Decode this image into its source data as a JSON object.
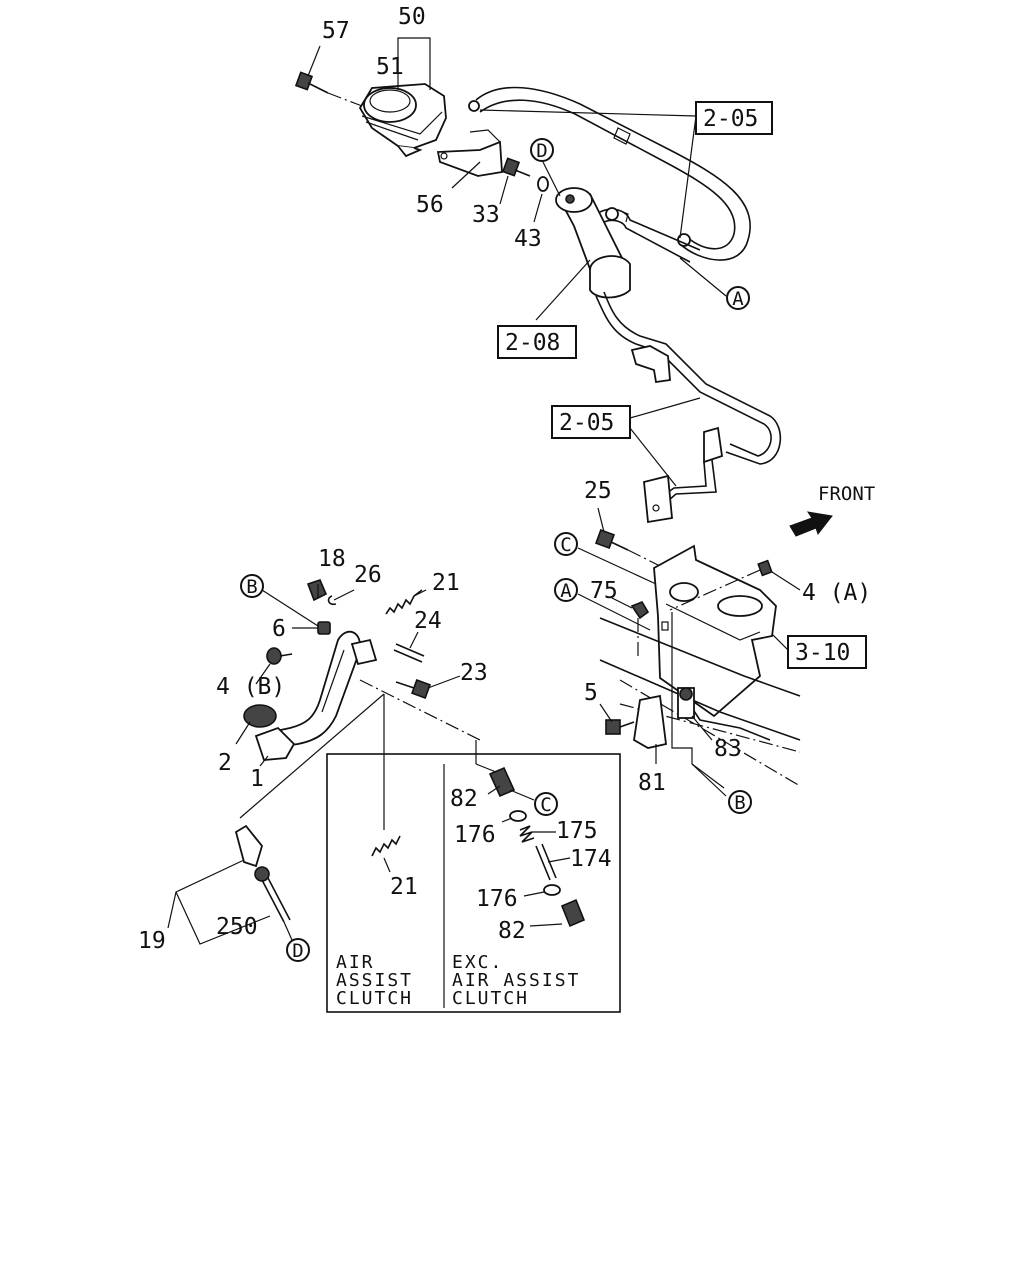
{
  "part_labels": {
    "p57": "57",
    "p50": "50",
    "p51": "51",
    "p56": "56",
    "p33": "33",
    "p43": "43",
    "p25": "25",
    "p75": "75",
    "p5": "5",
    "p83": "83",
    "p81": "81",
    "p4A": "4 (A)",
    "p18": "18",
    "p26": "26",
    "p21a": "21",
    "p24": "24",
    "p6": "6",
    "p23": "23",
    "p4B": "4 (B)",
    "p2": "2",
    "p1": "1",
    "p19": "19",
    "p250": "250",
    "p21b": "21",
    "p82a": "82",
    "p176a": "176",
    "p175": "175",
    "p174": "174",
    "p176b": "176",
    "p82b": "82"
  },
  "ref_boxes": {
    "r205a": "2-05",
    "r208": "2-08",
    "r205b": "2-05",
    "r310": "3-10"
  },
  "callouts": {
    "cD1": "D",
    "cA1": "A",
    "cC1": "C",
    "cA2": "A",
    "cB1": "B",
    "cB2": "B",
    "cC2": "C",
    "cD2": "D"
  },
  "direction_label": "FRONT",
  "variant_notes": {
    "left": [
      "AIR",
      "ASSIST",
      "CLUTCH"
    ],
    "right": [
      "EXC.",
      "AIR ASSIST",
      "CLUTCH"
    ]
  }
}
